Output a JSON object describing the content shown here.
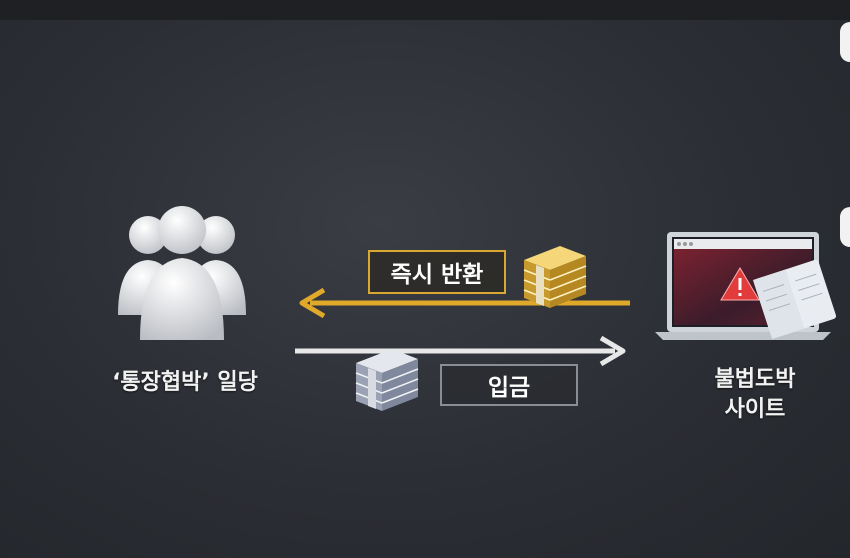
{
  "people_label": "‘통장협박’ 일당",
  "site_label_line1": "불법도박",
  "site_label_line2": "사이트",
  "refund_label": "즉시 반환",
  "deposit_label": "입금",
  "colors": {
    "refund": "#e0a92a",
    "deposit": "#e8e8e8",
    "background": "#2d3035"
  },
  "icons": {
    "people": "people-group-icon",
    "laptop": "laptop-warning-icon",
    "money_gold": "cash-bundle-icon",
    "money_silver": "cash-bundle-icon"
  }
}
